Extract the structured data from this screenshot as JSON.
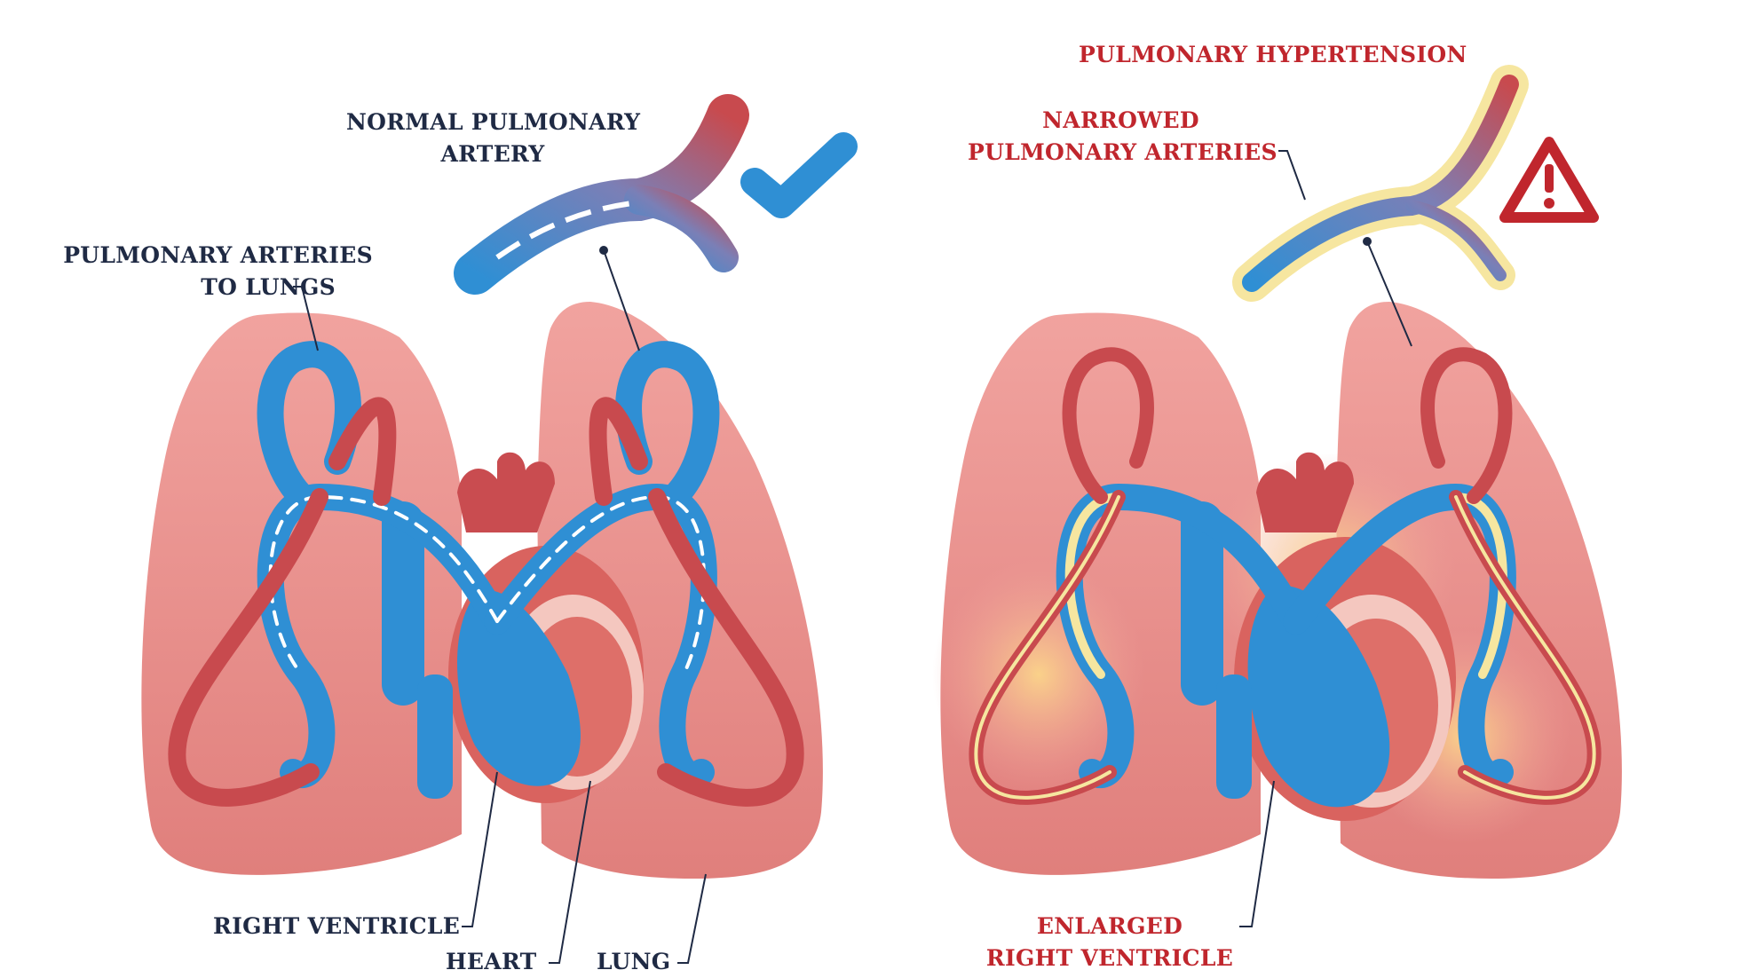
{
  "left_panel": {
    "normal_artery_label": [
      "NORMAL PULMONARY",
      "ARTERY"
    ],
    "arteries_to_lungs_label": [
      "PULMONARY ARTERIES",
      "TO LUNGS"
    ],
    "right_ventricle_label": "RIGHT VENTRICLE",
    "heart_label": "HEART",
    "lung_label": "LUNG",
    "status_icon": "checkmark-icon"
  },
  "right_panel": {
    "title": "PULMONARY HYPERTENSION",
    "narrowed_label": [
      "NARROWED",
      "PULMONARY ARTERIES"
    ],
    "enlarged_label": [
      "ENLARGED",
      "RIGHT VENTRICLE"
    ],
    "status_icon": "warning-triangle-icon"
  },
  "colors": {
    "lung": "#e9918f",
    "lung_light": "#f6b5b0",
    "artery_blue": "#2f8fd4",
    "vein_red": "#c84a4e",
    "navy_text": "#1f2a44",
    "red_text": "#c0262d",
    "plaque_yellow": "#f6e6a0"
  }
}
